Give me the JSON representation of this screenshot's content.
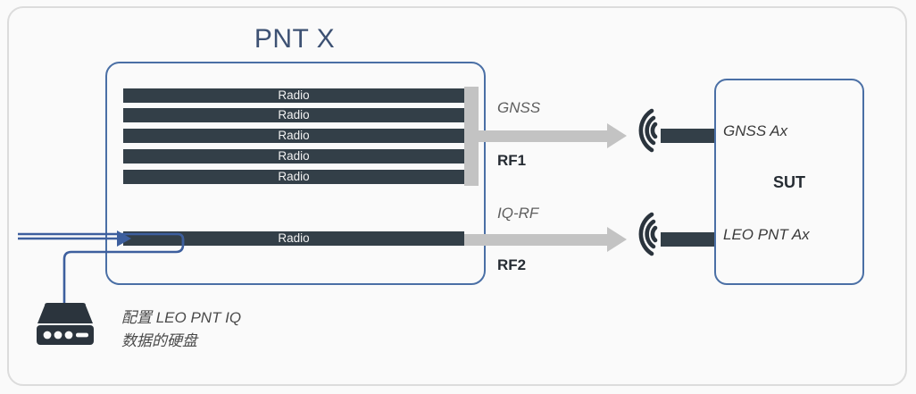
{
  "diagram": {
    "title": "PNT X",
    "pnt_box": {
      "radios": [
        {
          "label": "Radio"
        },
        {
          "label": "Radio"
        },
        {
          "label": "Radio"
        },
        {
          "label": "Radio"
        },
        {
          "label": "Radio"
        }
      ],
      "iq_radio": {
        "label": "Radio"
      }
    },
    "signals": [
      {
        "name": "GNSS",
        "port": "RF1"
      },
      {
        "name": "IQ-RF",
        "port": "RF2"
      }
    ],
    "signal_labels": {
      "gnss": "GNSS",
      "rf1": "RF1",
      "iq_rf": "IQ-RF",
      "rf2": "RF2"
    },
    "sut": {
      "name": "SUT",
      "ports": {
        "top": "GNSS Ax",
        "bottom": "LEO PNT Ax"
      }
    },
    "storage": {
      "icon": "hard-drive-icon",
      "caption_line1": "配置 LEO PNT IQ",
      "caption_line2": "数据的硬盘"
    },
    "icons": {
      "antenna_top": "antenna-icon",
      "antenna_bottom": "antenna-icon",
      "hard_drive": "hard-drive-icon"
    },
    "colors": {
      "frame_border": "#dcdcdc",
      "box_border": "#4a6fa5",
      "title_text": "#3d5173",
      "radio_bar": "#333f48",
      "signal_arrow": "#c3c3c3",
      "connector": "#3d5f9e",
      "background": "#fafafa"
    }
  }
}
